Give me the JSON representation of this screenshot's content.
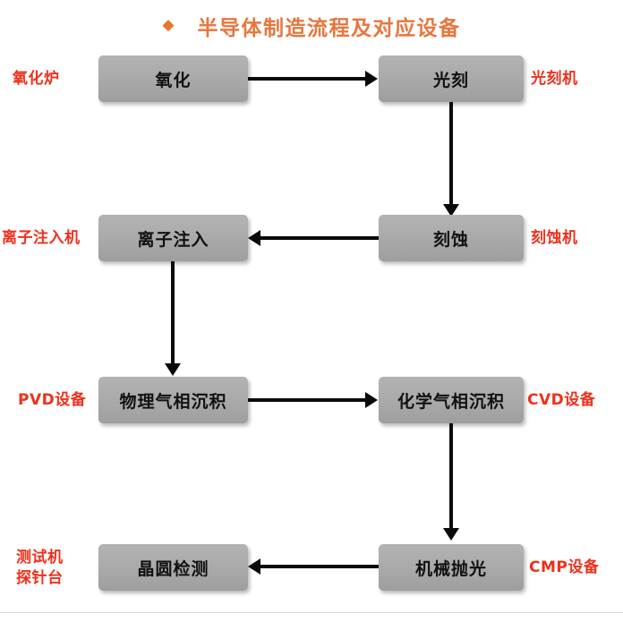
{
  "title": {
    "bullet": "◆",
    "text": "半导体制造流程及对应设备",
    "color": "#e8763c"
  },
  "theme": {
    "box_fill": "#aaaaaa",
    "box_text": "#111111",
    "label_red": "#f0301c",
    "connector": "#0a0a0a",
    "background": "#ffffff"
  },
  "steps": [
    {
      "id": "oxidation",
      "process": "氧化",
      "equipment": "氧化炉",
      "equipment_side": "left",
      "row": 1,
      "column": "left"
    },
    {
      "id": "photolithography",
      "process": "光刻",
      "equipment": "光刻机",
      "equipment_side": "right",
      "row": 1,
      "column": "right"
    },
    {
      "id": "ion-implantation",
      "process": "离子注入",
      "equipment": "离子注入机",
      "equipment_side": "left",
      "row": 2,
      "column": "left"
    },
    {
      "id": "etching",
      "process": "刻蚀",
      "equipment": "刻蚀机",
      "equipment_side": "right",
      "row": 2,
      "column": "right"
    },
    {
      "id": "pvd",
      "process": "物理气相沉积",
      "equipment": "PVD设备",
      "equipment_side": "left",
      "row": 3,
      "column": "left"
    },
    {
      "id": "cvd",
      "process": "化学气相沉积",
      "equipment": "CVD设备",
      "equipment_side": "right",
      "row": 3,
      "column": "right"
    },
    {
      "id": "wafer-inspection",
      "process": "晶圆检测",
      "equipment_line1": "测试机",
      "equipment_line2": "探针台",
      "equipment_side": "left",
      "row": 4,
      "column": "left"
    },
    {
      "id": "cmp",
      "process": "机械抛光",
      "equipment": "CMP设备",
      "equipment_side": "right",
      "row": 4,
      "column": "right"
    }
  ],
  "connections": [
    {
      "from": "oxidation",
      "to": "photolithography",
      "direction": "right"
    },
    {
      "from": "photolithography",
      "to": "etching",
      "direction": "down"
    },
    {
      "from": "etching",
      "to": "ion-implantation",
      "direction": "left"
    },
    {
      "from": "ion-implantation",
      "to": "pvd",
      "direction": "down"
    },
    {
      "from": "pvd",
      "to": "cvd",
      "direction": "right"
    },
    {
      "from": "cvd",
      "to": "cmp",
      "direction": "down"
    },
    {
      "from": "cmp",
      "to": "wafer-inspection",
      "direction": "left"
    }
  ]
}
